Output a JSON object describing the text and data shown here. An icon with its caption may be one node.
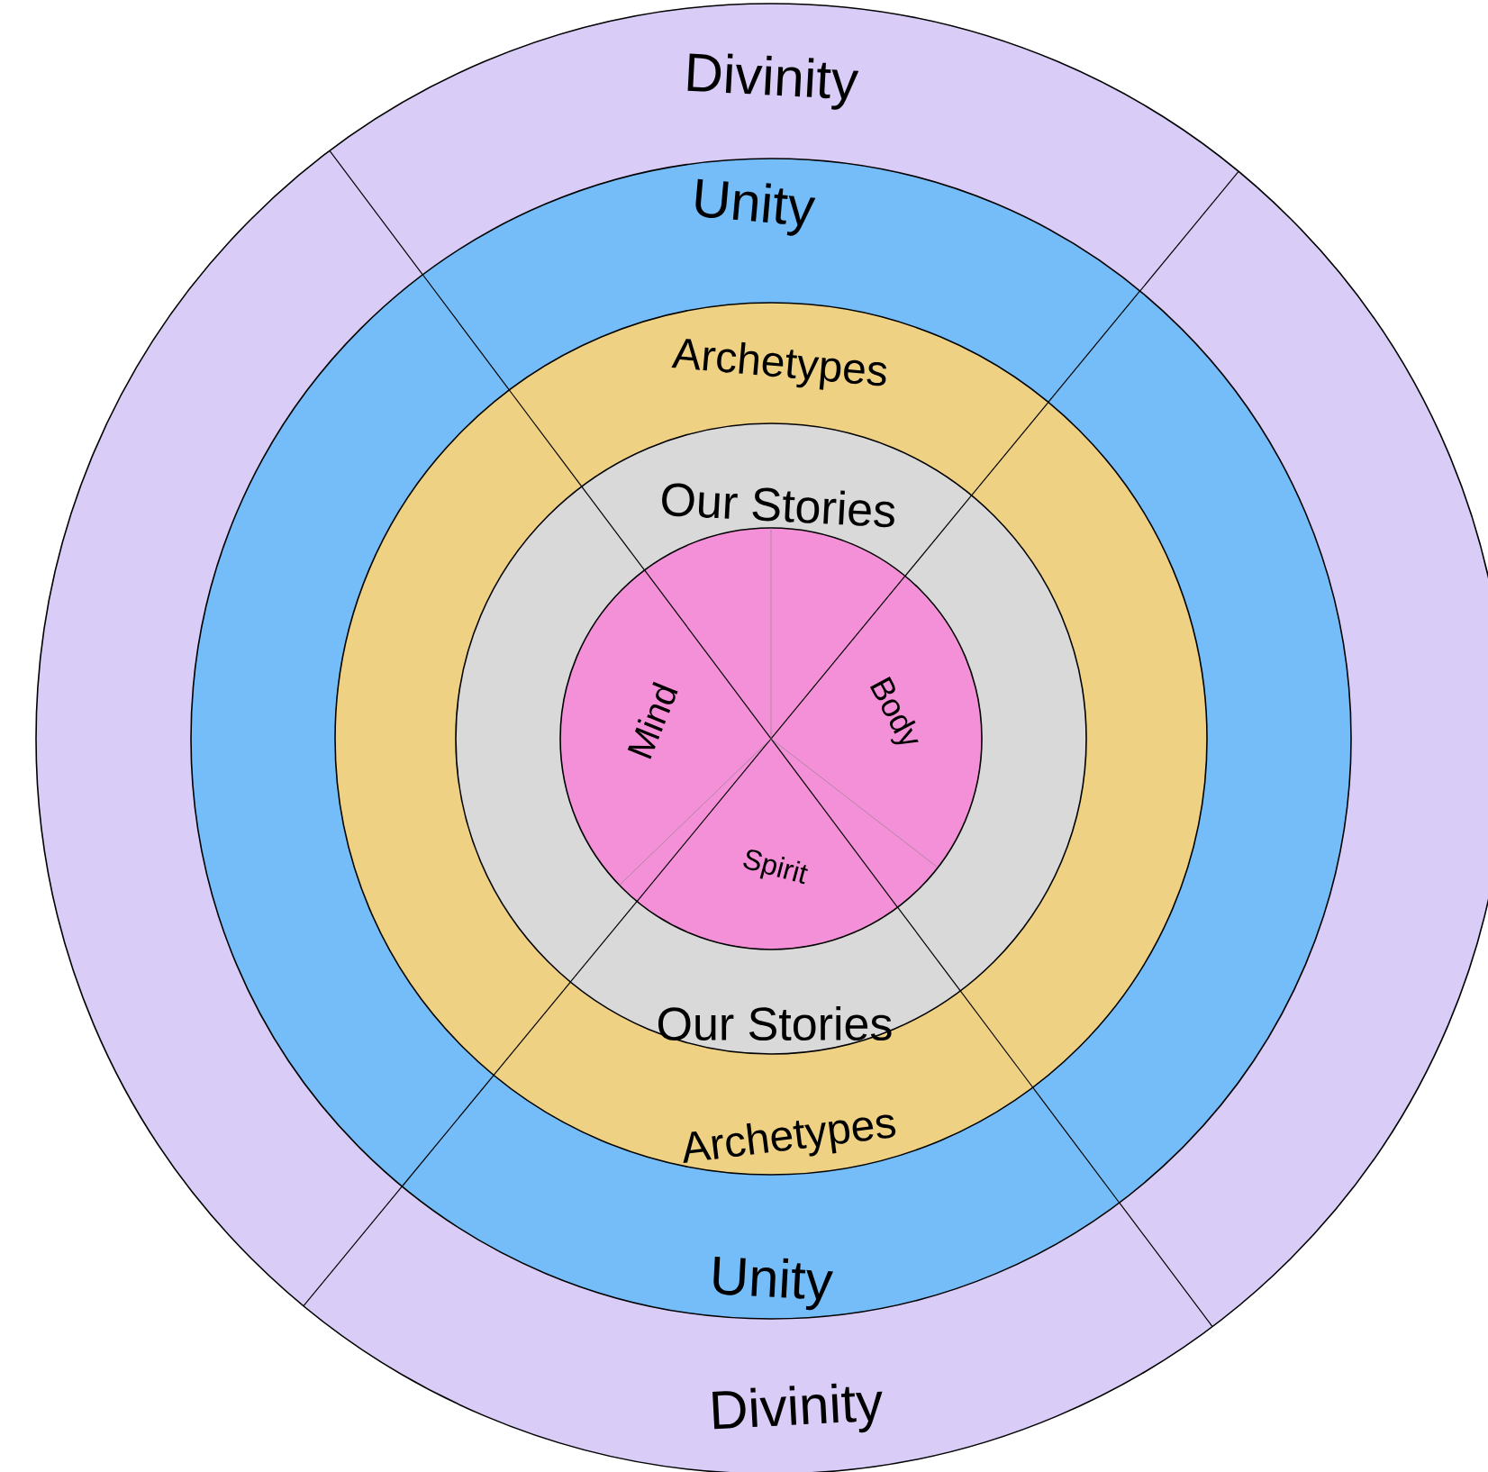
{
  "diagram": {
    "nodes": [
      {
        "text": [
          "Divinity",
          "Divinity"
        ]
      },
      {
        "text": [
          "Unity",
          "Unity"
        ],
        "in": 0
      },
      {
        "text": [
          "Archetypes",
          "Archetypes"
        ],
        "in": 1
      },
      {
        "text": [
          "Our Stories",
          "Our Stories"
        ],
        "in": 2
      },
      {
        "text": [
          "Mind",
          "Body",
          "Spirit"
        ],
        "in": 3
      }
    ]
  }
}
